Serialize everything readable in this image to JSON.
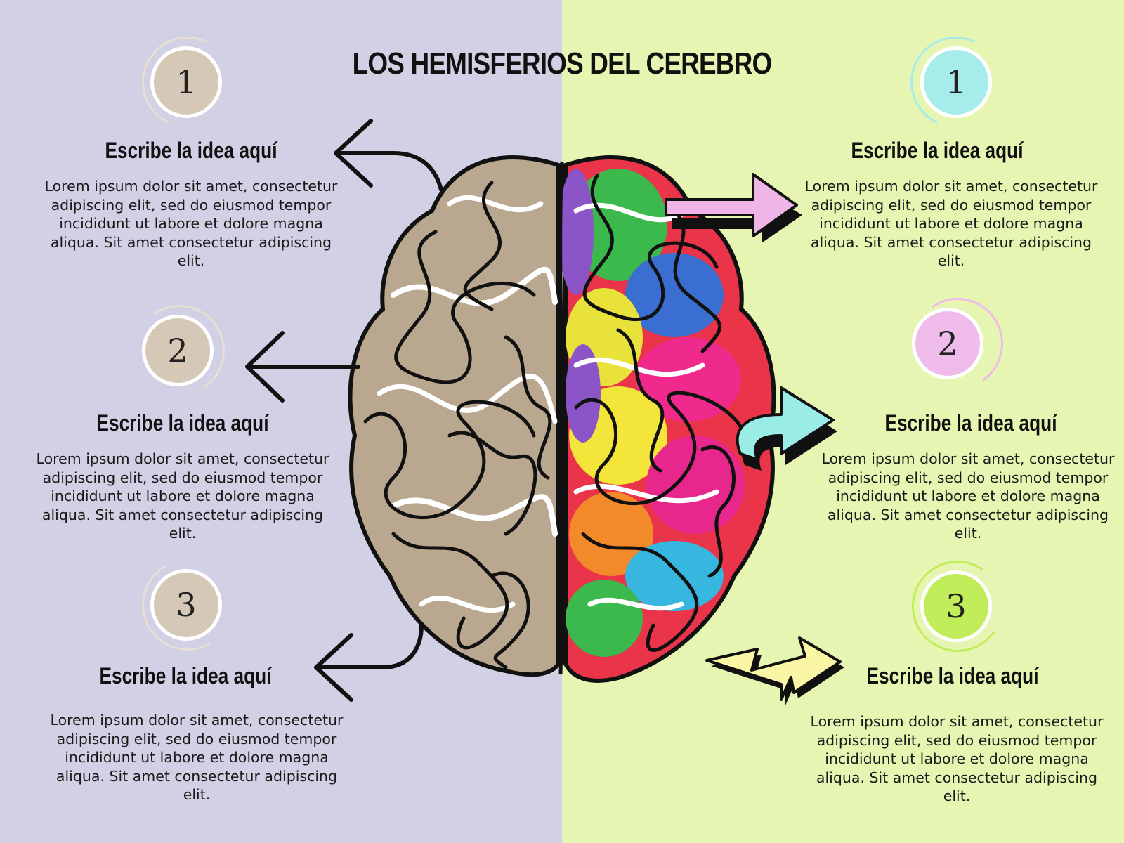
{
  "title": "LOS HEMISFERIOS DEL CEREBRO",
  "colors": {
    "left_bg": "#d1d0e4",
    "right_bg": "#e6f6b2",
    "left_badge": "#d6c8b6",
    "right_badge_1": "#a6ecea",
    "right_badge_2": "#eebbeb",
    "right_badge_3": "#c2ed5a",
    "arrow_pink": "#efb5e6",
    "arrow_cyan": "#9aece6",
    "arrow_yellow": "#fbf6a6"
  },
  "left_items": [
    {
      "number": "1",
      "heading": "Escribe la idea aquí",
      "text": "Lorem ipsum dolor sit amet, consectetur adipiscing elit, sed do eiusmod tempor incididunt ut labore et dolore magna aliqua. Sit amet consectetur adipiscing elit."
    },
    {
      "number": "2",
      "heading": "Escribe la idea aquí",
      "text": "Lorem ipsum dolor sit amet, consectetur adipiscing elit, sed do eiusmod tempor incididunt ut labore et dolore magna aliqua. Sit amet consectetur adipiscing elit."
    },
    {
      "number": "3",
      "heading": "Escribe la idea aquí",
      "text": "Lorem ipsum dolor sit amet, consectetur adipiscing elit, sed do eiusmod tempor incididunt ut labore et dolore magna aliqua. Sit amet consectetur adipiscing elit."
    }
  ],
  "right_items": [
    {
      "number": "1",
      "heading": "Escribe la idea aquí",
      "text": "Lorem ipsum dolor sit amet, consectetur adipiscing elit, sed do eiusmod tempor incididunt ut labore et dolore magna aliqua. Sit amet consectetur adipiscing elit."
    },
    {
      "number": "2",
      "heading": "Escribe la idea aquí",
      "text": "Lorem ipsum dolor sit amet, consectetur adipiscing elit, sed do eiusmod tempor incididunt ut labore et dolore magna aliqua. Sit amet consectetur adipiscing elit."
    },
    {
      "number": "3",
      "heading": "Escribe la idea aquí",
      "text": "Lorem ipsum dolor sit amet, consectetur adipiscing elit, sed do eiusmod tempor incididunt ut labore et dolore magna aliqua. Sit amet consectetur adipiscing elit."
    }
  ],
  "icons": {
    "brain": "brain-hemispheres-icon",
    "left_arrows": "curved-arrow-left-icon",
    "right_arrows": "bold-arrow-right-icon",
    "lightning": "lightning-bolt-icon"
  }
}
